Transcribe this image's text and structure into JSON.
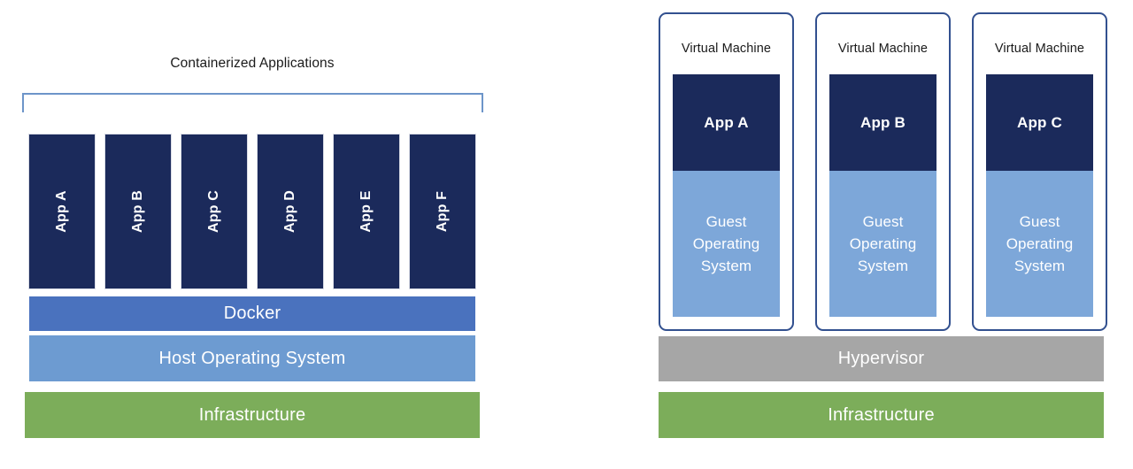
{
  "containers_panel": {
    "title": "Containerized Applications",
    "apps": [
      {
        "label": "App A"
      },
      {
        "label": "App B"
      },
      {
        "label": "App C"
      },
      {
        "label": "App D"
      },
      {
        "label": "App E"
      },
      {
        "label": "App F"
      }
    ],
    "layers": [
      {
        "label": "Docker",
        "color": "#4a72be"
      },
      {
        "label": "Host Operating System",
        "color": "#6d9bd1"
      },
      {
        "label": "Infrastructure",
        "color": "#7cad5a"
      }
    ]
  },
  "vm_panel": {
    "machines": [
      {
        "title": "Virtual Machine",
        "app": "App A",
        "guest_os": "Guest Operating System"
      },
      {
        "title": "Virtual Machine",
        "app": "App B",
        "guest_os": "Guest Operating System"
      },
      {
        "title": "Virtual Machine",
        "app": "App C",
        "guest_os": "Guest Operating System"
      }
    ],
    "layers": [
      {
        "label": "Hypervisor",
        "color": "#a6a6a6"
      },
      {
        "label": "Infrastructure",
        "color": "#7cad5a"
      }
    ]
  },
  "colors": {
    "app_navy": "#1b2a5b",
    "docker_blue": "#4a72be",
    "host_os_blue": "#6d9bd1",
    "guest_os_blue": "#7da7d9",
    "hypervisor_gray": "#a6a6a6",
    "infrastructure_green": "#7cad5a",
    "bracket_blue": "#6d95c9",
    "vm_border_blue": "#32508f"
  }
}
